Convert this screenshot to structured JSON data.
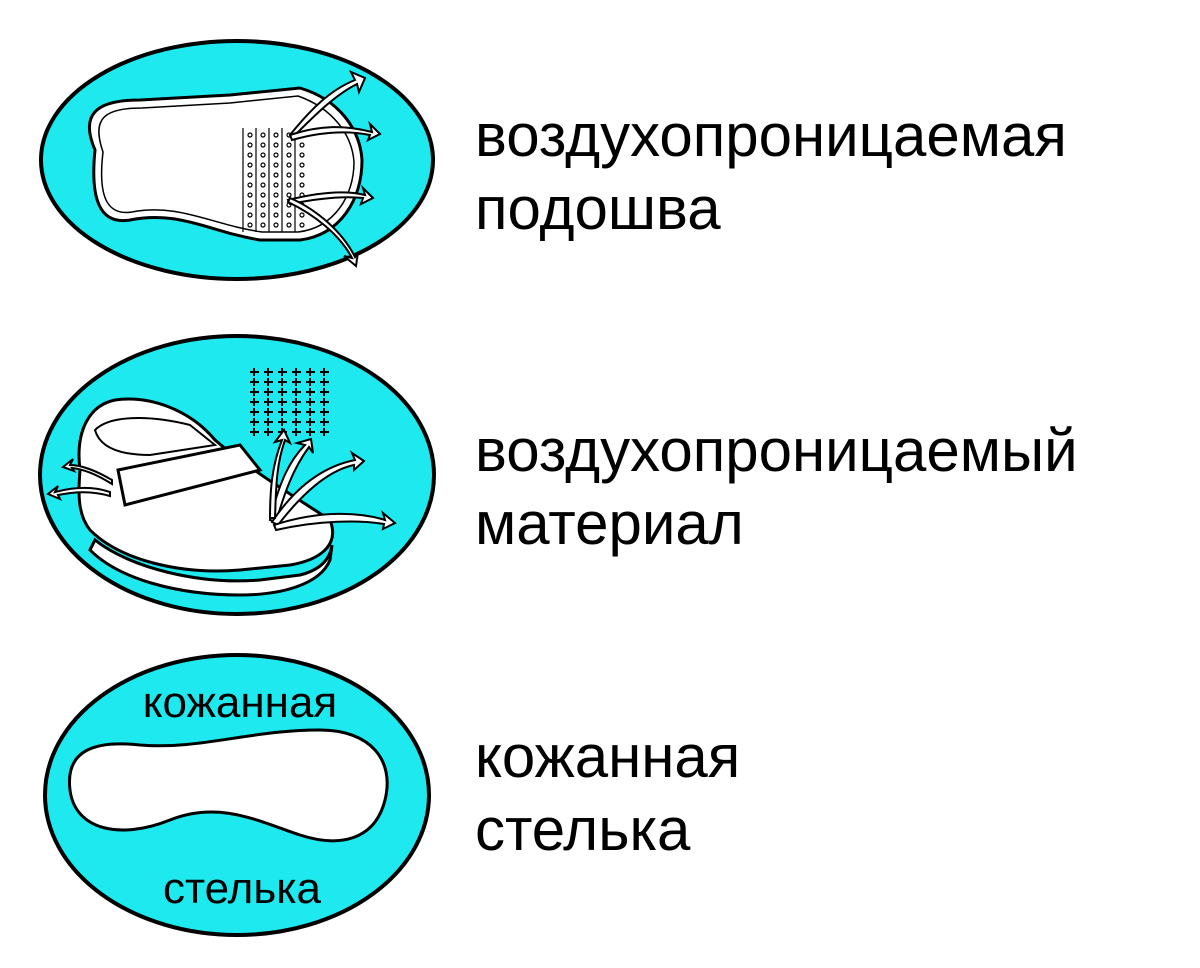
{
  "colors": {
    "badge_fill": "#1de9ef",
    "outline": "#000000"
  },
  "features": [
    {
      "icon": "perforated-sole-icon",
      "caption_line1": "воздухопроницаемая",
      "caption_line2": "подошва"
    },
    {
      "icon": "breathable-shoe-icon",
      "caption_line1": "воздухопроницаемый",
      "caption_line2": "материал"
    },
    {
      "icon": "leather-insole-icon",
      "badge_top": "кожанная",
      "badge_bottom": "стелька",
      "caption_line1": "кожанная",
      "caption_line2": "стелька"
    }
  ]
}
